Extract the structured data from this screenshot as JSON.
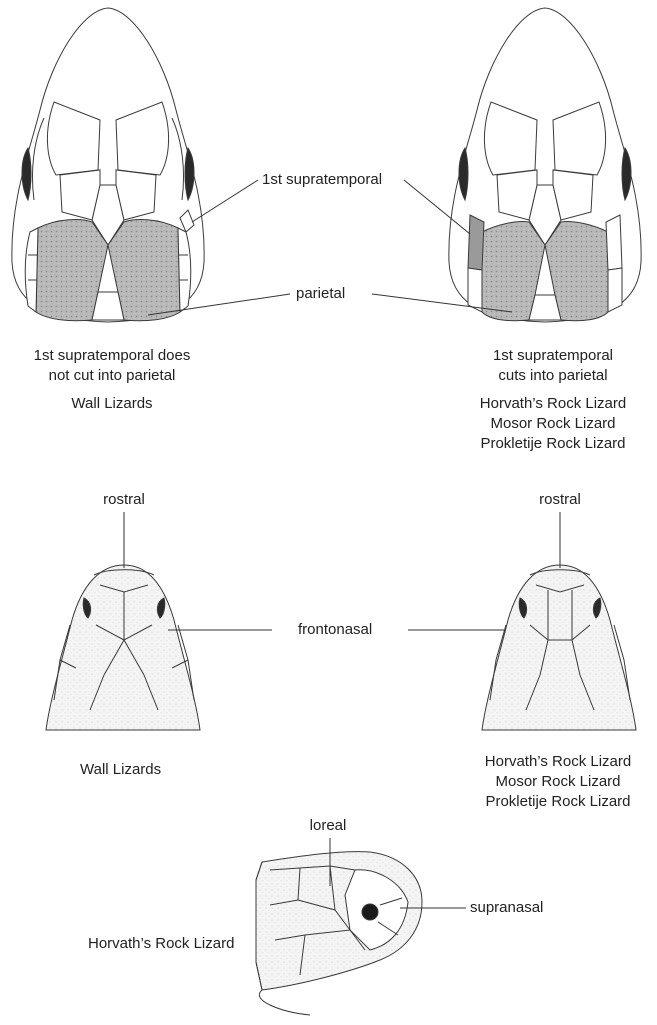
{
  "labels": {
    "first_supratemporal": "1st supratemporal",
    "parietal": "parietal",
    "rostral_left": "rostral",
    "rostral_right": "rostral",
    "frontonasal": "frontonasal",
    "loreal": "loreal",
    "supranasal": "supranasal"
  },
  "top_left": {
    "caption_1": "1st supratemporal does",
    "caption_2": "not cut into parietal",
    "group": "Wall Lizards"
  },
  "top_right": {
    "caption_1": "1st supratemporal",
    "caption_2": "cuts into parietal",
    "species": [
      "Horvath’s Rock Lizard",
      "Mosor Rock Lizard",
      "Prokletije Rock Lizard"
    ]
  },
  "middle_left": {
    "group": "Wall Lizards"
  },
  "middle_right": {
    "species": [
      "Horvath’s Rock Lizard",
      "Mosor Rock Lizard",
      "Prokletije Rock Lizard"
    ]
  },
  "bottom": {
    "species": "Horvath’s Rock Lizard"
  }
}
